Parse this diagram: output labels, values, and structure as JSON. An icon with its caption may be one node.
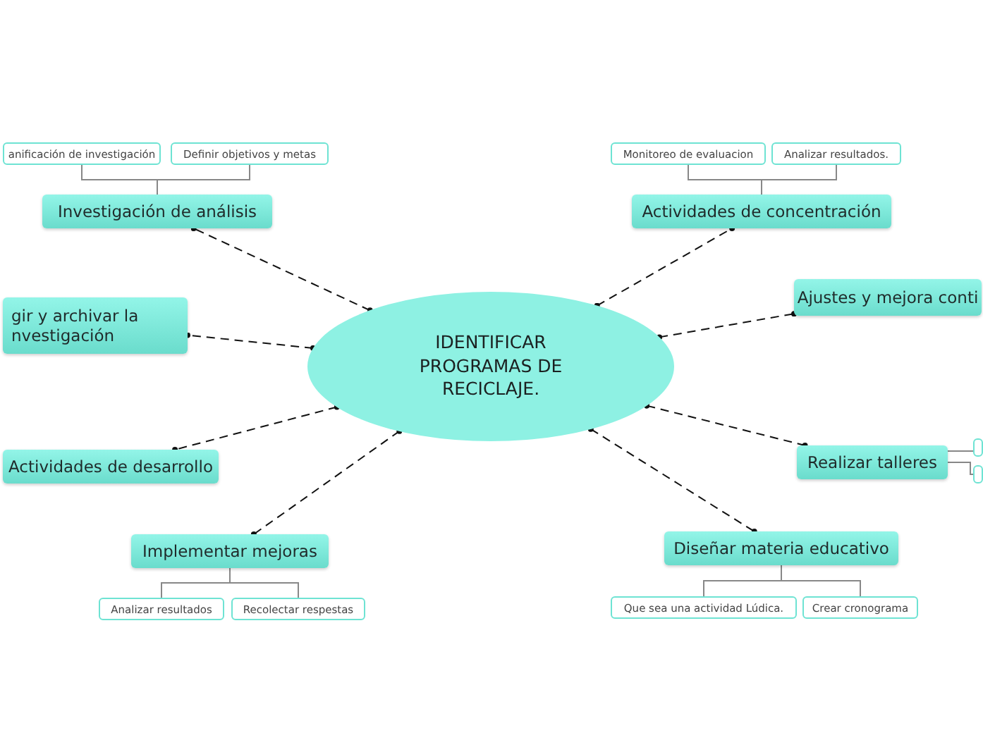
{
  "diagram": {
    "nodes": [
      {
        "text": [
          "IDENTIFICAR PROGRAMAS DE RECICLAJE."
        ]
      },
      {
        "text": [
          "Investigación de análisis"
        ]
      },
      {
        "text": [
          "anificación de investigación"
        ]
      },
      {
        "text": [
          "Definir objetivos y metas"
        ]
      },
      {
        "text": [
          "Actividades de concentración"
        ]
      },
      {
        "text": [
          "Monitoreo de evaluacion"
        ]
      },
      {
        "text": [
          "Analizar resultados."
        ]
      },
      {
        "text": [
          "Ajustes y mejora conti"
        ]
      },
      {
        "text": [
          "gir y archivar la nvestigación"
        ]
      },
      {
        "text": [
          "Actividades de desarrollo"
        ]
      },
      {
        "text": [
          "Realizar talleres"
        ]
      },
      {
        "text": [],
        "shape": "box"
      },
      {
        "text": [],
        "shape": "box"
      },
      {
        "text": [
          "Implementar mejoras"
        ]
      },
      {
        "text": [
          "Analizar resultados"
        ]
      },
      {
        "text": [
          "Recolectar respestas"
        ]
      },
      {
        "text": [
          "Diseñar materia educativo"
        ]
      },
      {
        "text": [
          "Que sea una actividad Lúdica."
        ]
      },
      {
        "text": [
          "Crear cronograma"
        ]
      }
    ],
    "edges": [
      {
        "from": 0,
        "to": 1,
        "arrow": "other",
        "style": "dashed",
        "color": "#111111"
      },
      {
        "from": 0,
        "to": 4,
        "arrow": "other",
        "style": "dashed",
        "color": "#111111"
      },
      {
        "from": 0,
        "to": 7,
        "arrow": "other",
        "style": "dashed",
        "color": "#111111"
      },
      {
        "from": 0,
        "to": 8,
        "arrow": "other",
        "style": "dashed",
        "color": "#111111"
      },
      {
        "from": 0,
        "to": 9,
        "arrow": "other",
        "style": "dashed",
        "color": "#111111"
      },
      {
        "from": 0,
        "to": 10,
        "arrow": "other",
        "style": "dashed",
        "color": "#111111"
      },
      {
        "from": 0,
        "to": 13,
        "arrow": "other",
        "style": "dashed",
        "color": "#111111"
      },
      {
        "from": 0,
        "to": 16,
        "arrow": "other",
        "style": "dashed",
        "color": "#111111"
      },
      {
        "from": 1,
        "to": 2,
        "arrow": "none"
      },
      {
        "from": 1,
        "to": 3,
        "arrow": "none"
      },
      {
        "from": 4,
        "to": 5,
        "arrow": "none"
      },
      {
        "from": 4,
        "to": 6,
        "arrow": "none"
      },
      {
        "from": 10,
        "to": 11,
        "arrow": "none"
      },
      {
        "from": 10,
        "to": 12,
        "arrow": "none"
      },
      {
        "from": 13,
        "to": 14,
        "arrow": "none"
      },
      {
        "from": 13,
        "to": 15,
        "arrow": "none"
      },
      {
        "from": 16,
        "to": 17,
        "arrow": "none"
      },
      {
        "from": 16,
        "to": 18,
        "arrow": "none"
      }
    ]
  }
}
